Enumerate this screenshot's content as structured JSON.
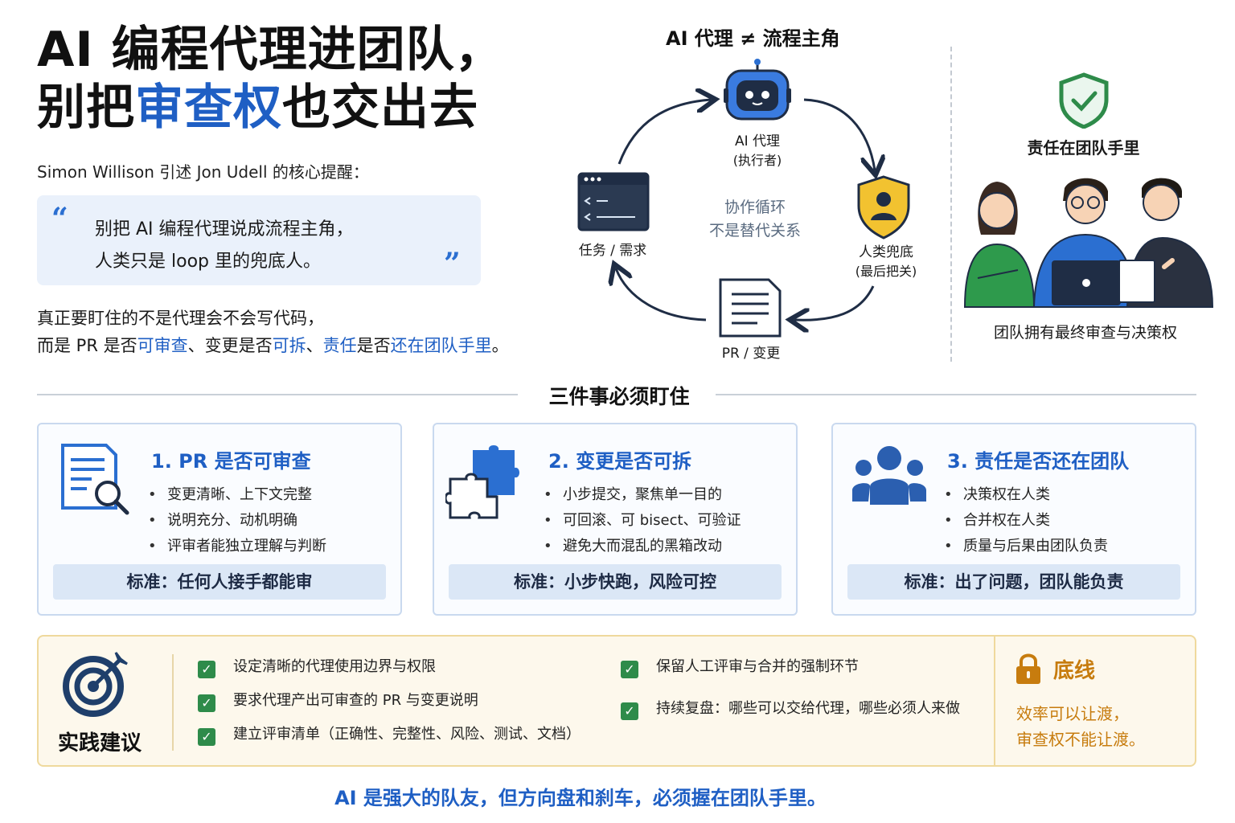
{
  "title": {
    "line1": "AI 编程代理进团队，",
    "line2_pre": "别把",
    "line2_highlight": "审查权",
    "line2_post": "也交出去"
  },
  "subtitle": "Simon Willison 引述 Jon Udell 的核心提醒：",
  "quote": {
    "open_mark": "“",
    "close_mark": "”",
    "line1": "别把 AI 编程代理说成流程主角，",
    "line2": "人类只是 loop 里的兜底人。"
  },
  "insight": {
    "line1": "真正要盯住的不是代理会不会写代码，",
    "line2_parts": [
      "而是 PR 是否",
      "可审查",
      "、变更是否",
      "可拆",
      "、",
      "责任",
      "是否",
      "还在团队手里",
      "。"
    ]
  },
  "loop": {
    "title": "AI 代理 ≠ 流程主角",
    "agent": {
      "name": "AI 代理",
      "role": "(执行者)"
    },
    "task": "任务 / 需求",
    "human": {
      "name": "人类兜底",
      "role": "(最后把关)"
    },
    "pr": "PR / 变更",
    "center": {
      "line1": "协作循环",
      "line2": "不是替代关系"
    }
  },
  "team": {
    "responsibility": "责任在团队手里",
    "caption": "团队拥有最终审查与决策权"
  },
  "section_title": "三件事必须盯住",
  "cards": [
    {
      "title": "1. PR 是否可审查",
      "items": [
        "变更清晰、上下文完整",
        "说明充分、动机明确",
        "评审者能独立理解与判断"
      ],
      "standard": "标准：任何人接手都能审",
      "icon": "document-search-icon"
    },
    {
      "title": "2. 变更是否可拆",
      "items": [
        "小步提交，聚焦单一目的",
        "可回滚、可 bisect、可验证",
        "避免大而混乱的黑箱改动"
      ],
      "standard": "标准：小步快跑，风险可控",
      "icon": "puzzle-icon"
    },
    {
      "title": "3. 责任是否还在团队",
      "items": [
        "决策权在人类",
        "合并权在人类",
        "质量与后果由团队负责"
      ],
      "standard": "标准：出了问题，团队能负责",
      "icon": "team-icon"
    }
  ],
  "practice": {
    "label": "实践建议",
    "left_items": [
      "设定清晰的代理使用边界与权限",
      "要求代理产出可审查的 PR 与变更说明",
      "建立评审清单（正确性、完整性、风险、测试、文档）"
    ],
    "right_items": [
      "保留人工评审与合并的强制环节",
      "持续复盘：哪些可以交给代理，哪些必须人来做"
    ],
    "check_glyph": "✓"
  },
  "baseline": {
    "title": "底线",
    "line1": "效率可以让渡，",
    "line2": "审查权不能让渡。"
  },
  "footer": "AI 是强大的队友，但方向盘和刹车，必须握在团队手里。",
  "colors": {
    "accent": "#1f5fc4",
    "check": "#2e8b4a",
    "baseline": "#c77c0e",
    "shield": "#f2c230"
  }
}
